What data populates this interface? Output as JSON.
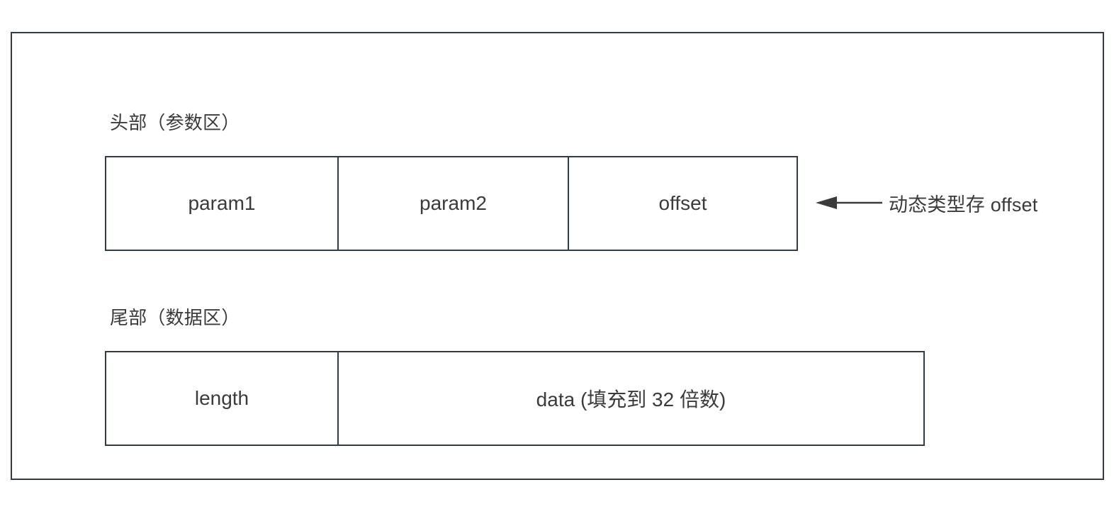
{
  "diagram": {
    "type": "memory-layout",
    "sections": [
      {
        "id": "header",
        "label": "头部（参数区）",
        "cells": [
          {
            "text": "param1"
          },
          {
            "text": "param2"
          },
          {
            "text": "offset"
          }
        ]
      },
      {
        "id": "trailer",
        "label": "尾部（数据区）",
        "cells": [
          {
            "text": "length"
          },
          {
            "text": "data (填充到 32 倍数)"
          }
        ]
      }
    ],
    "annotations": [
      {
        "id": "offset-note",
        "icon": "arrow-left-icon",
        "text": "动态类型存 offset"
      }
    ],
    "colors": {
      "stroke": "#333b44",
      "text": "#3b3b3b",
      "background": "#ffffff"
    }
  }
}
